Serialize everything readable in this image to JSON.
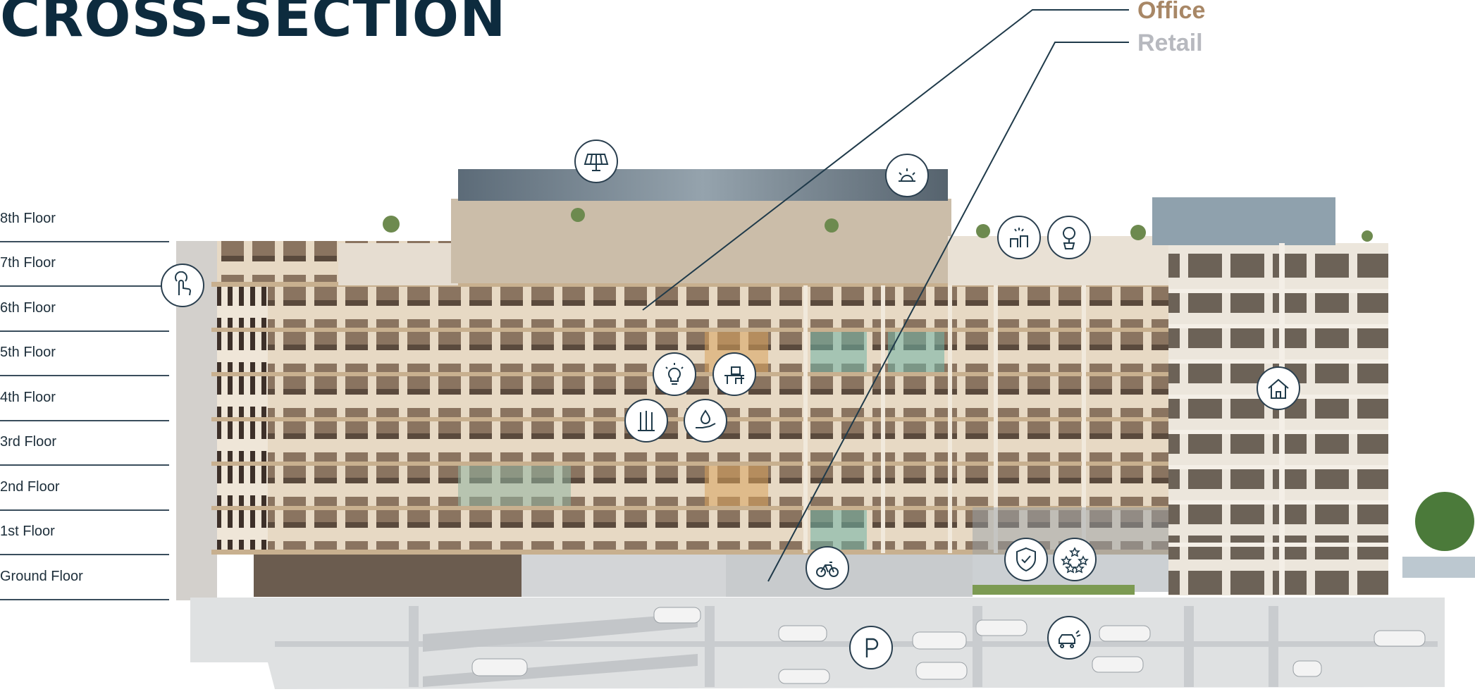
{
  "title": "CROSS-SECTION",
  "legend": [
    {
      "label": "Office",
      "color": "#a88766"
    },
    {
      "label": "Retail",
      "color": "#b7b9bf"
    }
  ],
  "floors": [
    "8th Floor",
    "7th Floor",
    "6th Floor",
    "5th Floor",
    "4th Floor",
    "3rd Floor",
    "2nd Floor",
    "1st Floor",
    "Ground Floor"
  ],
  "icons": [
    "touch-gesture-icon",
    "solar-panel-icon",
    "sunrise-icon",
    "lightbulb-icon",
    "workstation-icon",
    "hand-water-icon",
    "wheat-icon",
    "renewable-power-icon",
    "tree-planter-icon",
    "home-icon",
    "bicycle-icon",
    "parking-icon",
    "shield-check-icon",
    "five-stars-icon",
    "ev-charging-icon"
  ],
  "colors": {
    "line": "#1f3a4a",
    "building": "#d9c7ae",
    "slab": "#c2ab8c",
    "window": "#4a3d33",
    "concrete": "#cfd2d4",
    "glass": "#7f94a3"
  }
}
